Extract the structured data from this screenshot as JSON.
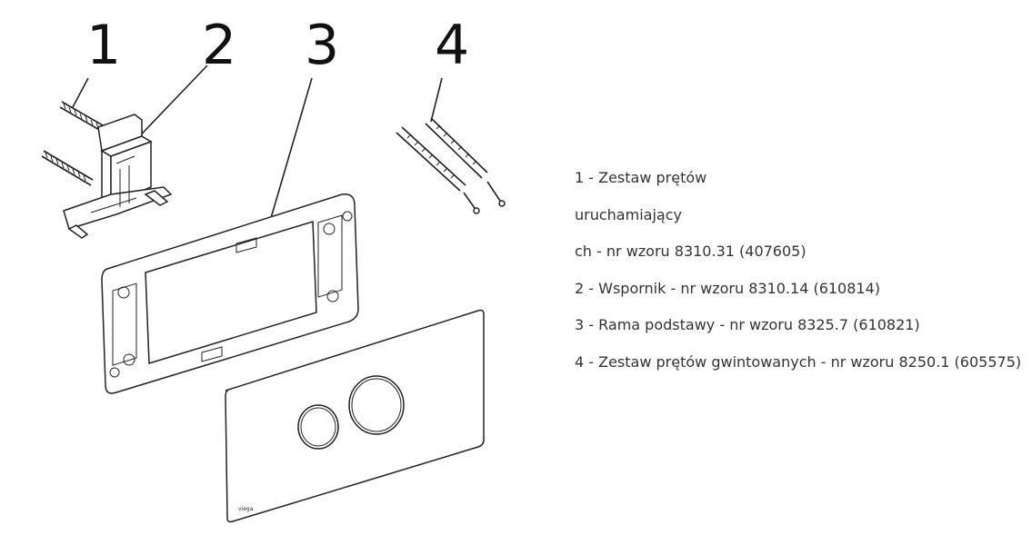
{
  "diagram": {
    "callouts": [
      "1",
      "2",
      "3",
      "4"
    ],
    "brand_mark": "viega"
  },
  "legend": [
    "1 - Zestaw prętów",
    "uruchamiający",
    "ch - nr wzoru 8310.31 (407605)",
    "2 - Wspornik - nr wzoru 8310.14 (610814)",
    "3 - Rama podstawy - nr wzoru 8325.7 (610821)",
    "4 - Zestaw prętów gwintowanych - nr wzoru 8250.1 (605575)"
  ]
}
